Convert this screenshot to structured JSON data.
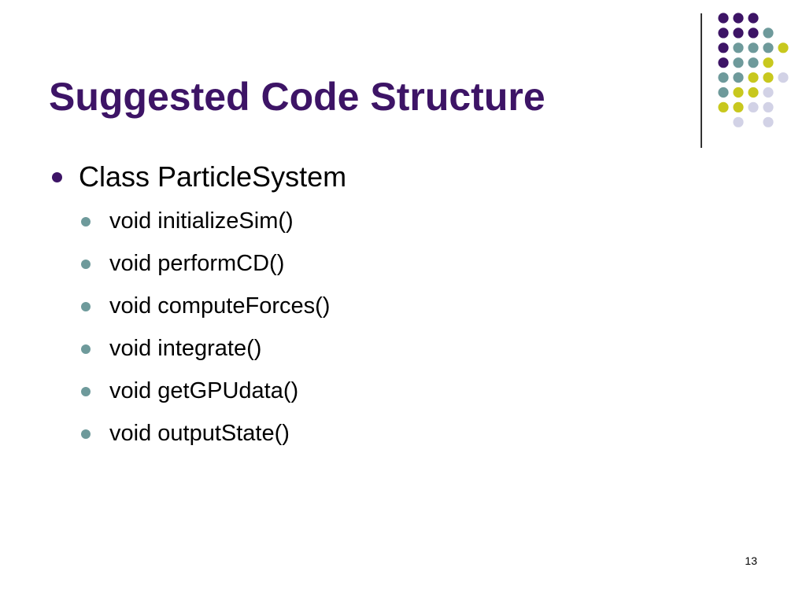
{
  "slide": {
    "title": "Suggested Code Structure",
    "page_number": "13",
    "bullets": [
      {
        "level": 1,
        "text": "Class ParticleSystem"
      },
      {
        "level": 2,
        "text": "void initializeSim()"
      },
      {
        "level": 2,
        "text": "void performCD()"
      },
      {
        "level": 2,
        "text": "void computeForces()"
      },
      {
        "level": 2,
        "text": "void integrate()"
      },
      {
        "level": 2,
        "text": "void getGPUdata()"
      },
      {
        "level": 2,
        "text": "void outputState()"
      }
    ]
  },
  "colors": {
    "title": "#3d1466",
    "purple": "#3d1466",
    "teal": "#6e9a9b",
    "yellow": "#c8c81e",
    "lavender": "#d2d2e6",
    "bullet_level1": "#3d1466",
    "bullet_level2": "#6e9a9b",
    "divider": "#333333"
  },
  "decor": {
    "dot_grid": [
      [
        "purple",
        "purple",
        "purple",
        "",
        ""
      ],
      [
        "purple",
        "purple",
        "purple",
        "teal",
        ""
      ],
      [
        "purple",
        "teal",
        "teal",
        "teal",
        "yellow"
      ],
      [
        "purple",
        "teal",
        "teal",
        "yellow",
        ""
      ],
      [
        "teal",
        "teal",
        "yellow",
        "yellow",
        "lavender"
      ],
      [
        "teal",
        "yellow",
        "yellow",
        "lavender",
        ""
      ],
      [
        "yellow",
        "yellow",
        "lavender",
        "lavender",
        ""
      ],
      [
        "",
        "lavender",
        "",
        "lavender",
        ""
      ]
    ]
  }
}
